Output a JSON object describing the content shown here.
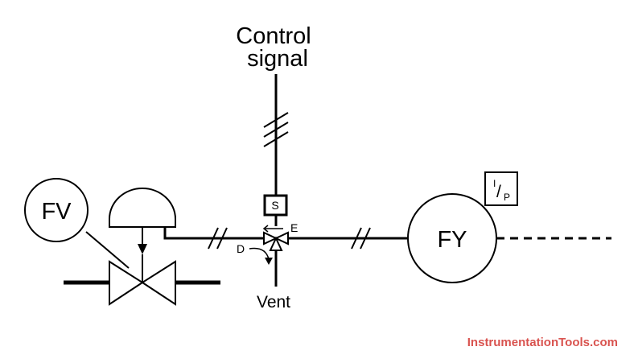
{
  "labels": {
    "control_signal_line1": "Control",
    "control_signal_line2": "signal",
    "vent": "Vent",
    "fv": "FV",
    "fy": "FY",
    "solenoid": "S",
    "port_e": "E",
    "port_d": "D",
    "ip_numerator": "I",
    "ip_slash": "/",
    "ip_denominator": "P"
  },
  "watermark": "InstrumentationTools.com",
  "colors": {
    "line": "#000000",
    "watermark": "#d9534f"
  }
}
